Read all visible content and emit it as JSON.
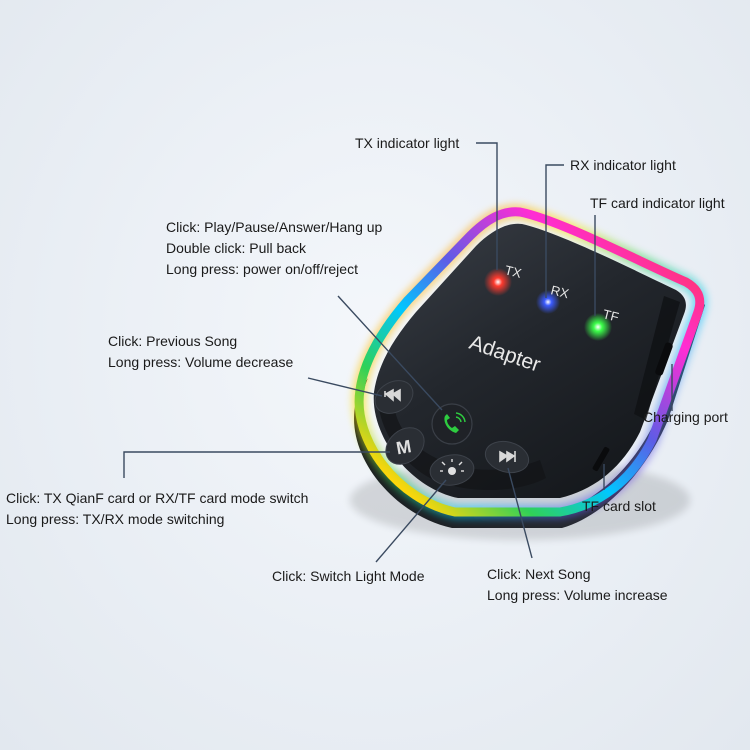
{
  "device": {
    "brand_text": "Adapter",
    "led_labels": {
      "tx": "TX",
      "rx": "RX",
      "tf": "TF"
    },
    "button_m_label": "M"
  },
  "callouts": {
    "tx_light": "TX indicator light",
    "rx_light": "RX indicator light",
    "tf_light": "TF card indicator light",
    "play_button": {
      "line1": "Click: Play/Pause/Answer/Hang up",
      "line2": "Double click: Pull back",
      "line3": "Long press: power on/off/reject"
    },
    "prev_button": {
      "line1": "Click: Previous Song",
      "line2": "Long press: Volume decrease"
    },
    "charging_port": "Charging port",
    "mode_button": {
      "line1": "Click: TX QianF card or RX/TF card mode switch",
      "line2": "Long press: TX/RX mode switching"
    },
    "tf_slot": "TF card slot",
    "light_button": "Click: Switch Light Mode",
    "next_button": {
      "line1": "Click: Next Song",
      "line2": "Long press: Volume increase"
    }
  },
  "colors": {
    "tx_led": "#ff3a2e",
    "rx_led": "#3b5bff",
    "tf_led": "#3cff4a",
    "call_icon": "#2ecc40",
    "body": "#1c1f24",
    "leader": "#3a4a60"
  }
}
